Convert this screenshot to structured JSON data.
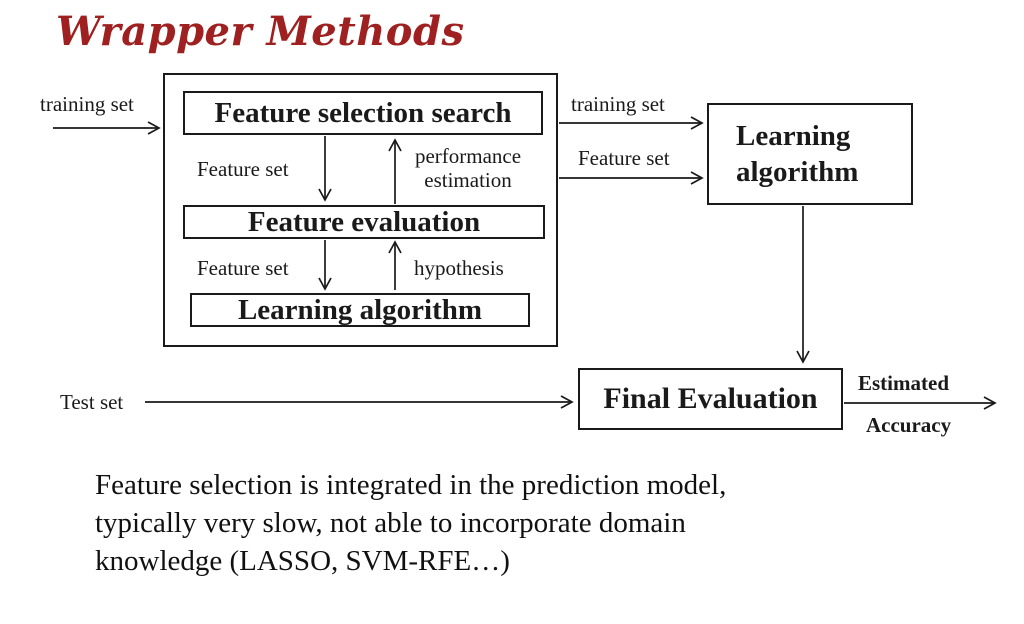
{
  "title": "Wrapper Methods",
  "colors": {
    "title_red": "#9e2020",
    "line_black": "#1a1a1a",
    "background": "#ffffff"
  },
  "diagram": {
    "wrapper": {
      "search_box_label": "Feature selection search",
      "evaluation_box_label": "Feature evaluation",
      "learning_box_label": "Learning algorithm",
      "feature_set_label_upper": "Feature set",
      "performance_label_line1": "performance",
      "performance_label_line2": "estimation",
      "feature_set_label_lower": "Feature set",
      "hypothesis_label": "hypothesis"
    },
    "inputs": {
      "training_set_left": "training set",
      "training_set_right": "training set",
      "feature_set_right": "Feature set",
      "test_set": "Test set"
    },
    "learning_algorithm_box": {
      "line1": "Learning",
      "line2": "algorithm"
    },
    "final_evaluation_box_label": "Final Evaluation",
    "outputs": {
      "estimated": "Estimated",
      "accuracy": "Accuracy"
    }
  },
  "caption": {
    "lines": [
      "Feature selection is integrated in the prediction model,",
      "typically very slow, not able to incorporate domain",
      "knowledge (LASSO, SVM-RFE…)"
    ]
  }
}
